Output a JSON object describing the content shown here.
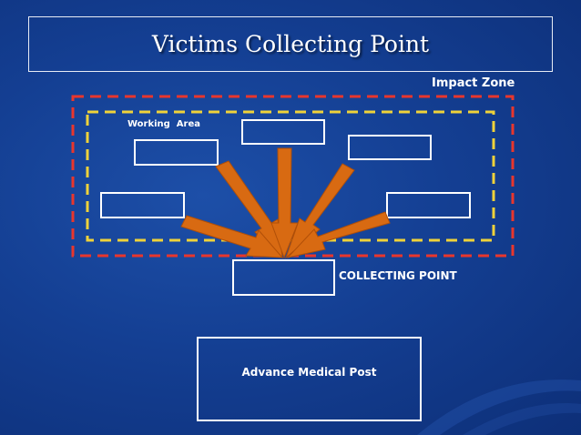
{
  "title": "Victims Collecting Point",
  "labels": {
    "impact_zone": "Impact Zone",
    "working_area": "Working  Area",
    "collecting_point": "COLLECTING POINT",
    "advance_medical_post": "Advance Medical Post"
  },
  "colors": {
    "background": "#143f93",
    "impact_zone_border": "#e8362d",
    "working_area_border": "#efd23a",
    "arrow_fill": "#d86a12",
    "box_border": "#ffffff"
  }
}
